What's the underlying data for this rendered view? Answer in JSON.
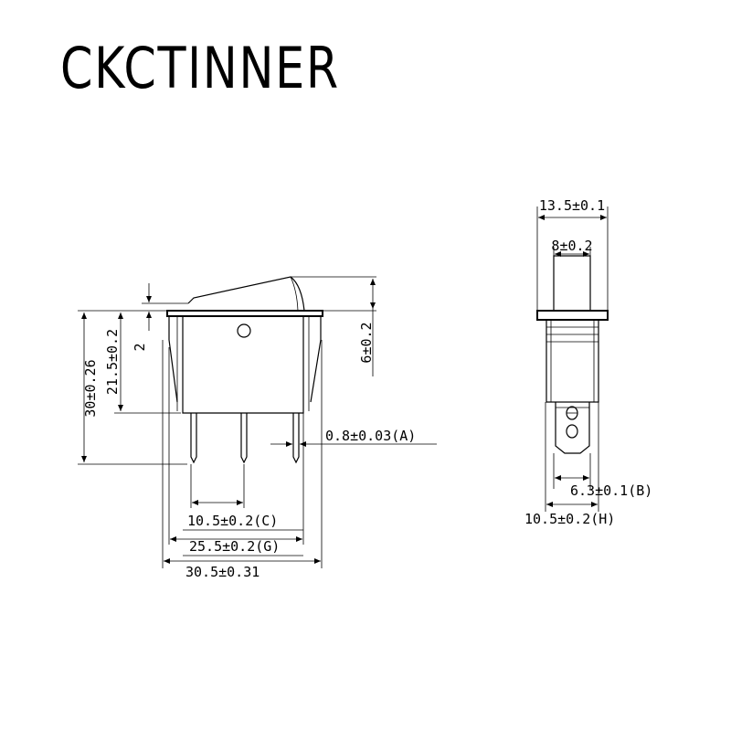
{
  "brand": "CKCTINNER",
  "front_view": {
    "dim_total_height": "30±0.26",
    "dim_body_height": "21.5±0.2",
    "dim_flange": "2",
    "dim_rocker": "6±0.2",
    "dim_pin_thickness": "0.8±0.03(A)",
    "dim_pin_pitch": "10.5±0.2(C)",
    "dim_body_width": "25.5±0.2(G)",
    "dim_total_width": "30.5±0.31"
  },
  "side_view": {
    "dim_flange_width": "13.5±0.1",
    "dim_rocker_width": "8±0.2",
    "dim_pin_width": "6.3±0.1(B)",
    "dim_body_depth": "10.5±0.2(H)"
  }
}
